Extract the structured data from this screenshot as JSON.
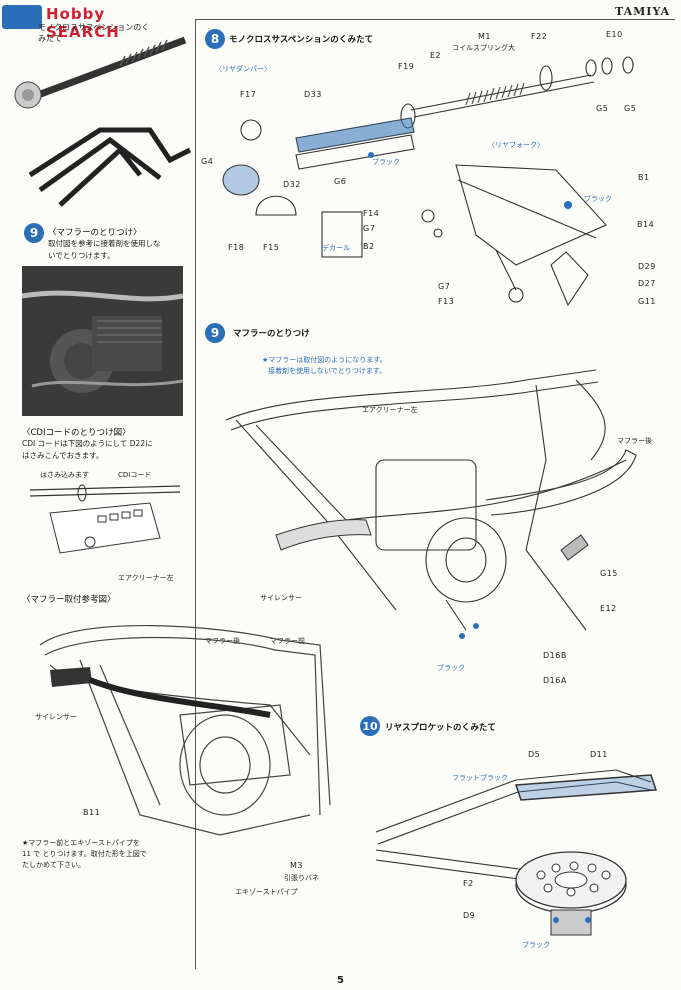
{
  "header": {
    "watermark": "Hobby SEARCH",
    "brand": "TAMIYA",
    "page_number": "5"
  },
  "left": {
    "top_label_line1": "モノクロスサスペンションのく",
    "top_label_line2": "みたて",
    "step9": {
      "number": "9",
      "title": "〈マフラーのとりつけ〉",
      "text_line1": "取付図を参考に接着剤を使用しな",
      "text_line2": "いでとりつけます。"
    },
    "cdi": {
      "title": "〈CDIコードのとりつけ図〉",
      "text_line1": "CDI コードは下図のようにして D22に",
      "text_line2": "はさみこんでおきます。",
      "label_clamp": "はさみ込みます",
      "label_code": "CDIコード",
      "label_cleaner": "エアクリーナー左"
    },
    "ref": {
      "title": "〈マフラー取付参考図〉",
      "label_rear": "マフラー後",
      "label_front": "マフラー前",
      "label_silencer": "サイレンサー",
      "label_b11": "B11",
      "label_m3": "M3",
      "label_spring": "引張りバネ",
      "label_exhaust": "エキゾーストパイプ",
      "note_line1": "★マフラー前とエキゾーストパイプを",
      "note_line2": "11 で とりつけます。取付た形を上図で",
      "note_line3": "たしかめて下さい。"
    }
  },
  "step8": {
    "number": "8",
    "title": "モノクロスサスペンションのくみたて",
    "sub_damper": "〈リヤダンパー〉",
    "sub_fork": "〈リヤフォーク〉",
    "parts": {
      "M1": "M1",
      "spring": "コイルスプリング大",
      "F22": "F22",
      "E10": "E10",
      "E2": "E2",
      "F19": "F19",
      "D33": "D33",
      "F17": "F17",
      "G4": "G4",
      "D32": "D32",
      "G6": "G6",
      "G5a": "G5",
      "G5b": "G5",
      "black1": "ブラック",
      "F18": "F18",
      "F15": "F15",
      "decal": "デカール",
      "B1": "B1",
      "black2": "ブラック",
      "F14": "F14",
      "G7a": "G7",
      "B14": "B14",
      "B2": "B2",
      "D29": "D29",
      "G7b": "G7",
      "D27": "D27",
      "F13": "F13",
      "G11": "G11"
    }
  },
  "step9b": {
    "number": "9",
    "title": "マフラーのとりつけ",
    "note_line1": "★マフラーは取付図のようになります。",
    "note_line2": "接着剤を使用しないでとりつけます。",
    "cleaner": "エアクリーナー左",
    "rear": "マフラー後",
    "G15": "G15",
    "silencer": "サイレンサー",
    "E12": "E12",
    "D16B": "D16B",
    "black": "ブラック",
    "D16A": "D16A"
  },
  "step10": {
    "number": "10",
    "title": "リヤスプロケットのくみたて",
    "D5": "D5",
    "D11": "D11",
    "flat_black": "フラットブラック",
    "F2": "F2",
    "D9": "D9",
    "black": "ブラック"
  }
}
